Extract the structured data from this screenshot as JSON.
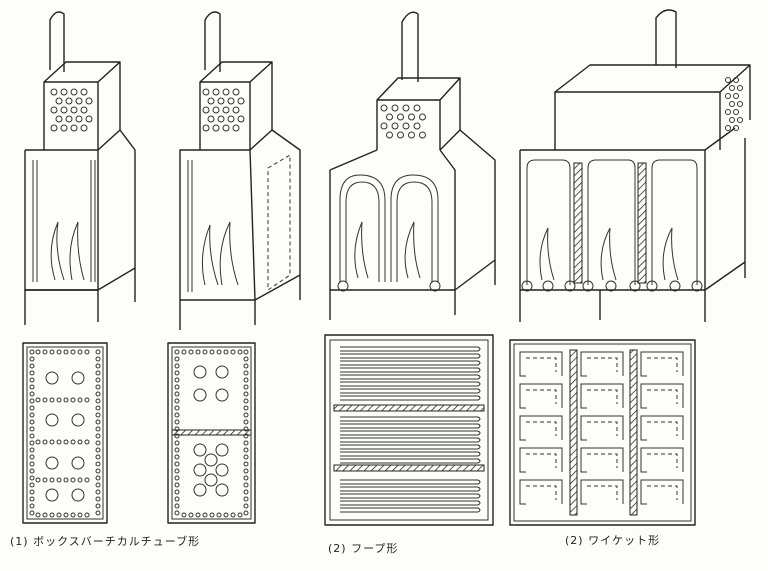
{
  "captions": {
    "box_vertical": "(1) ボックスバーチカルチューブ形",
    "hoop": "(2) フープ形",
    "wicket": "(2) ワイケット形"
  },
  "colors": {
    "ink": "#222222",
    "paper": "#fdfdfb"
  }
}
